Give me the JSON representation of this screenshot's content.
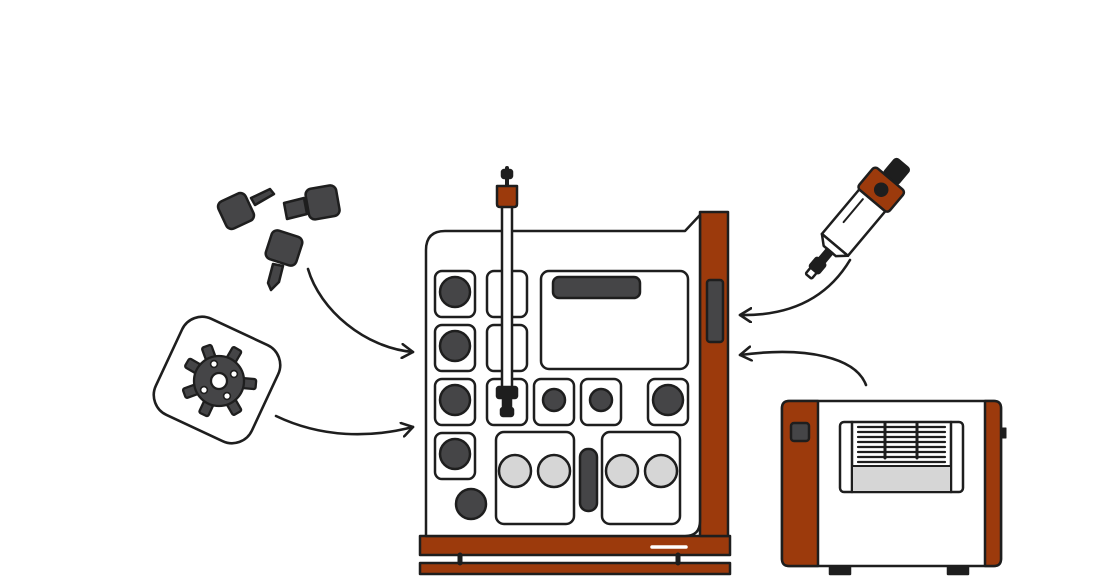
{
  "colors": {
    "accent": "#9c3a0c",
    "dark": "#454547",
    "outline": "#1e1e1e",
    "light": "#d6d6d6",
    "white": "#ffffff"
  },
  "components": [
    {
      "id": "fittings",
      "icon": "fittings-icon"
    },
    {
      "id": "rotary-valve",
      "icon": "rotary-valve-icon"
    },
    {
      "id": "column",
      "icon": "column-icon"
    },
    {
      "id": "chromatography-system",
      "icon": "chromatography-system-icon"
    },
    {
      "id": "fraction-collector",
      "icon": "fraction-collector-icon"
    }
  ],
  "connections": [
    {
      "from": "fittings",
      "to": "chromatography-system"
    },
    {
      "from": "rotary-valve",
      "to": "chromatography-system"
    },
    {
      "from": "column",
      "to": "chromatography-system"
    },
    {
      "from": "fraction-collector",
      "to": "chromatography-system"
    }
  ]
}
